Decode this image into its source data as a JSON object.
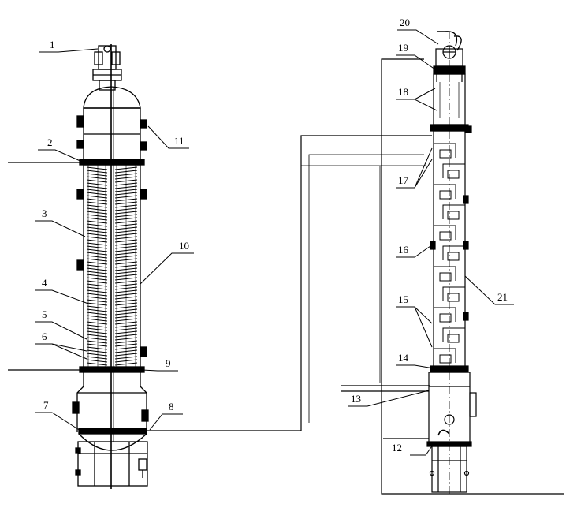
{
  "diagram": {
    "labels": [
      "1",
      "2",
      "3",
      "4",
      "5",
      "6",
      "7",
      "8",
      "9",
      "10",
      "11",
      "12",
      "13",
      "14",
      "15",
      "16",
      "17",
      "18",
      "19",
      "20",
      "21"
    ]
  },
  "colors": {
    "line": "#000000",
    "background": "#ffffff"
  }
}
